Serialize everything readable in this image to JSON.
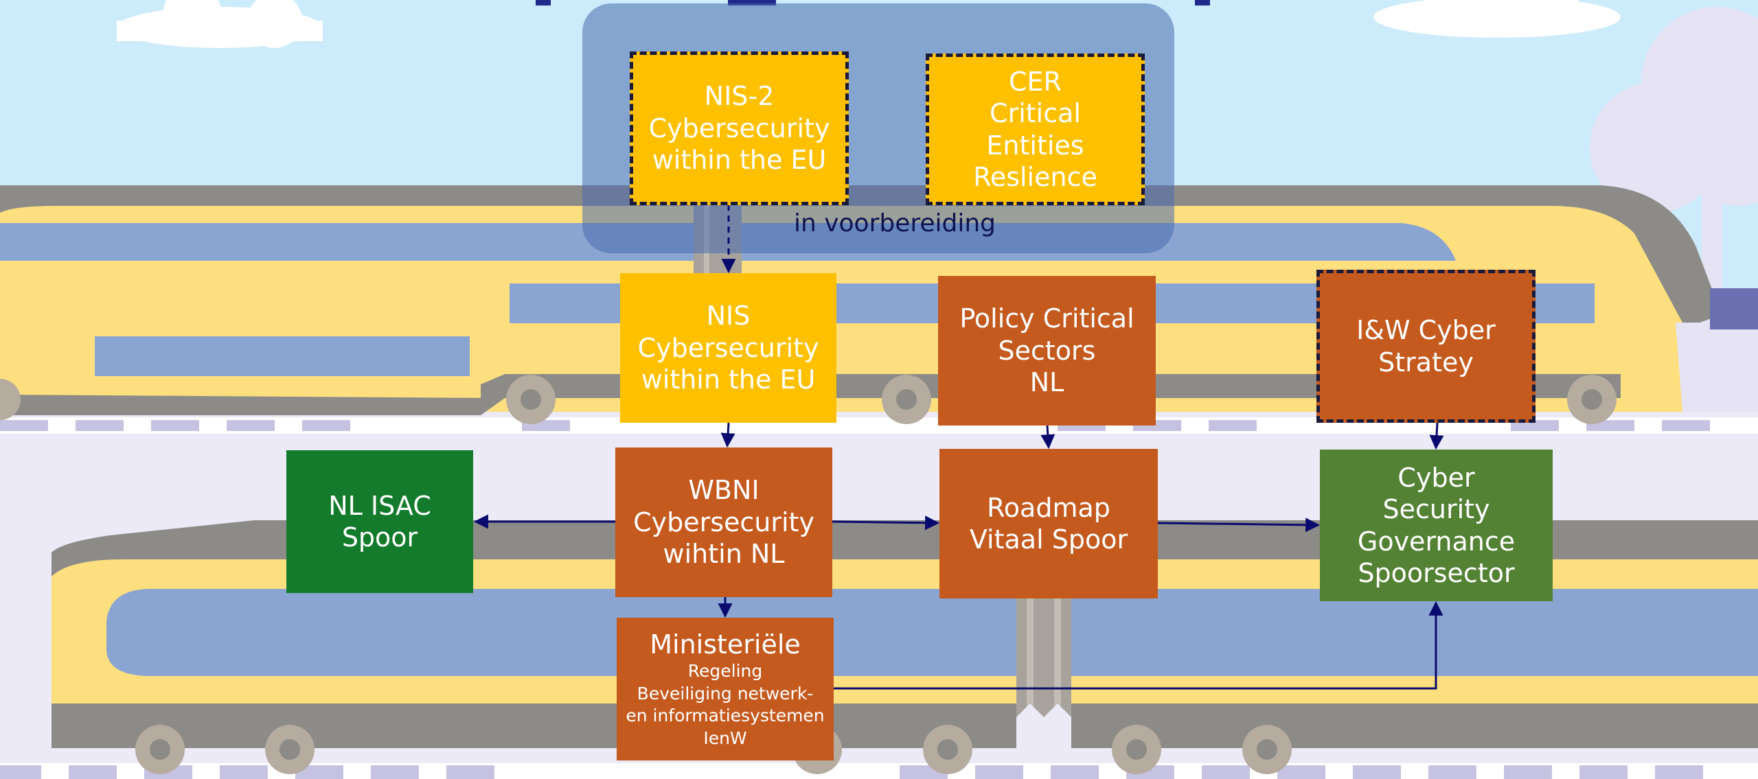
{
  "colors": {
    "sky": "#ccecfb",
    "ground": "#eceaf7",
    "train_yellow": "#fddf80",
    "train_blue": "#8aa5d1",
    "train_gray": "#8c8b87",
    "gold": "#ffc000",
    "rust": "#c55a1f",
    "green_dark": "#137b2b",
    "green_mid": "#548235",
    "arrow": "#0a0a6e",
    "overlay": "#4a6cae"
  },
  "overlay_label": "in voorbereiding",
  "boxes": {
    "nis2": {
      "lines": [
        "NIS-2",
        "Cybersecurity",
        "within the EU"
      ]
    },
    "cer": {
      "lines": [
        "CER",
        "Critical",
        "Entities",
        "Reslience"
      ]
    },
    "nis": {
      "lines": [
        "NIS",
        "Cybersecurity",
        "within the EU"
      ]
    },
    "policy": {
      "lines": [
        "Policy Critical",
        "Sectors",
        "NL"
      ]
    },
    "iw": {
      "lines": [
        "I&W Cyber",
        "Stratey"
      ]
    },
    "nlisac": {
      "lines": [
        "NL ISAC",
        "Spoor"
      ]
    },
    "wbni": {
      "lines": [
        "WBNI",
        "Cybersecurity",
        "wihtin NL"
      ]
    },
    "roadmap": {
      "lines": [
        "Roadmap",
        "Vitaal Spoor"
      ]
    },
    "cyber": {
      "lines": [
        "Cyber",
        "Security",
        "Governance",
        "Spoorsector"
      ]
    },
    "ministeriele": {
      "title": "Ministeriële",
      "lines": [
        "Regeling",
        "Beveiliging netwerk-",
        "en informatiesystemen",
        "IenW"
      ]
    }
  },
  "icons": [
    "cloud-icon",
    "tree-icon",
    "train-icon"
  ]
}
